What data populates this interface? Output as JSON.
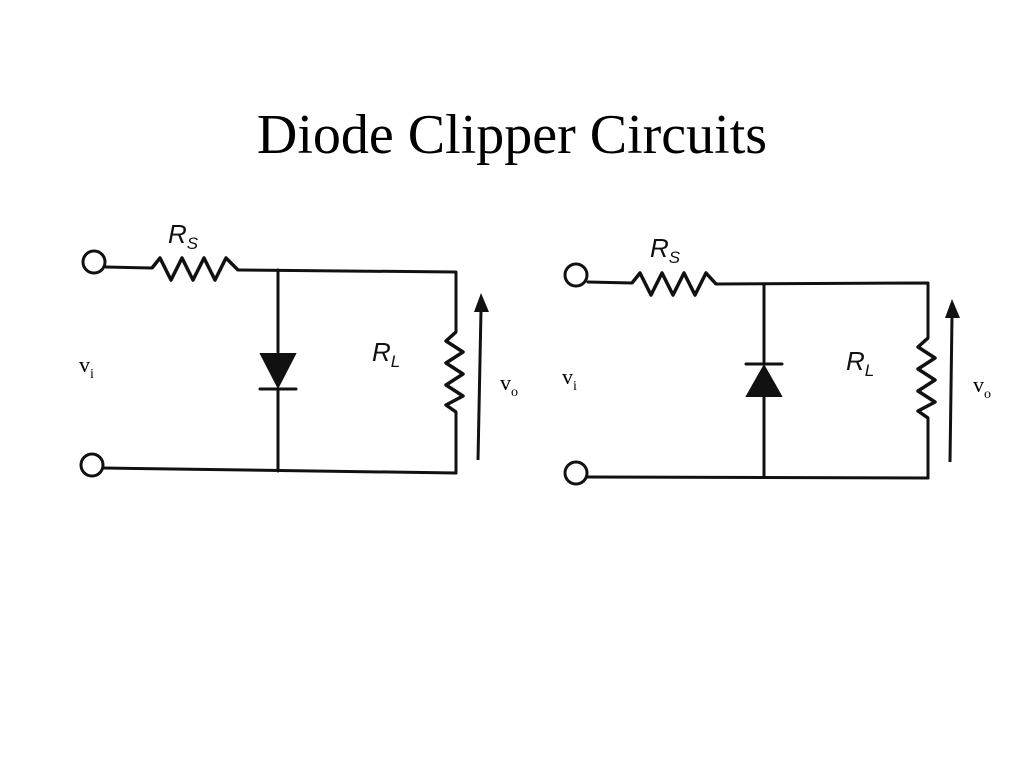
{
  "slide": {
    "title": "Diode Clipper Circuits"
  },
  "circuits": [
    {
      "source_resistor": {
        "symbol": "R",
        "subscript": "S"
      },
      "load_resistor": {
        "symbol": "R",
        "subscript": "L"
      },
      "input_voltage": {
        "symbol": "v",
        "subscript": "i"
      },
      "output_voltage": {
        "symbol": "v",
        "subscript": "o"
      },
      "diode_direction": "pointing-down"
    },
    {
      "source_resistor": {
        "symbol": "R",
        "subscript": "S"
      },
      "load_resistor": {
        "symbol": "R",
        "subscript": "L"
      },
      "input_voltage": {
        "symbol": "v",
        "subscript": "i"
      },
      "output_voltage": {
        "symbol": "v",
        "subscript": "o"
      },
      "diode_direction": "pointing-up"
    }
  ]
}
